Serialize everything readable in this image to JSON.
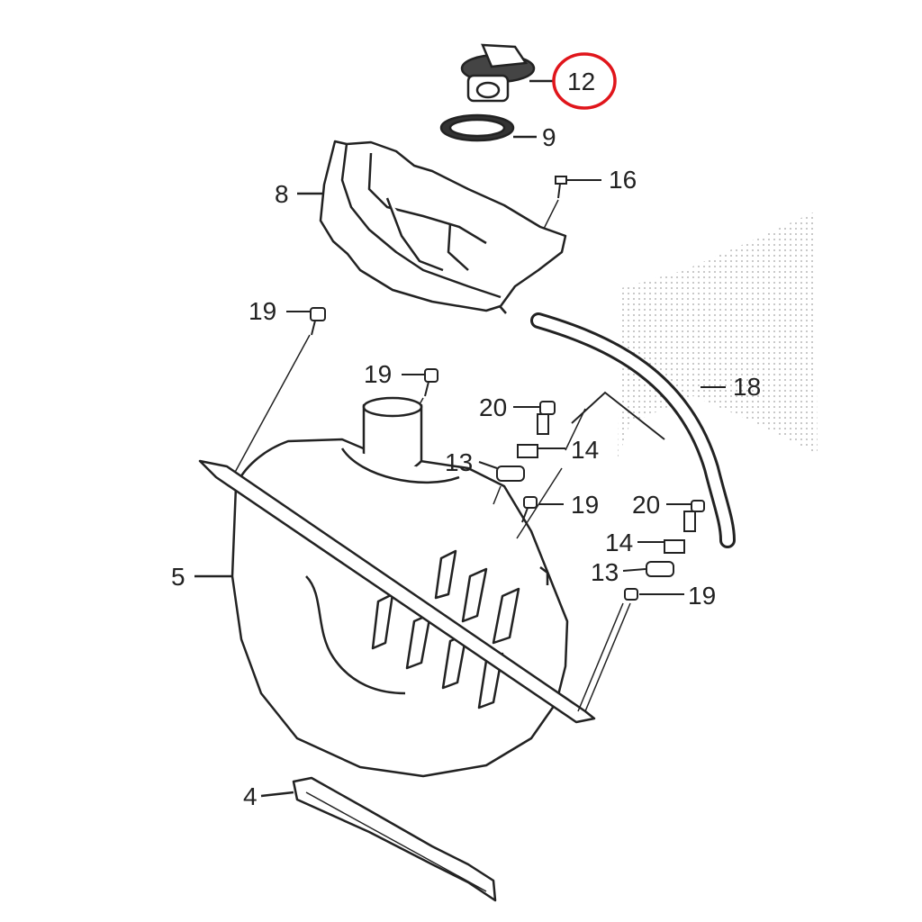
{
  "highlight_color": "#e0151b",
  "ink_color": "#222222",
  "callouts": {
    "c12": "12",
    "c9": "9",
    "c16": "16",
    "c8": "8",
    "c19a": "19",
    "c19b": "19",
    "c18": "18",
    "c20a": "20",
    "c14a": "14",
    "c13a": "13",
    "c19c": "19",
    "c20b": "20",
    "c14b": "14",
    "c13b": "13",
    "c19d": "19",
    "c5": "5",
    "c4": "4"
  },
  "highlighted_callout": "12"
}
